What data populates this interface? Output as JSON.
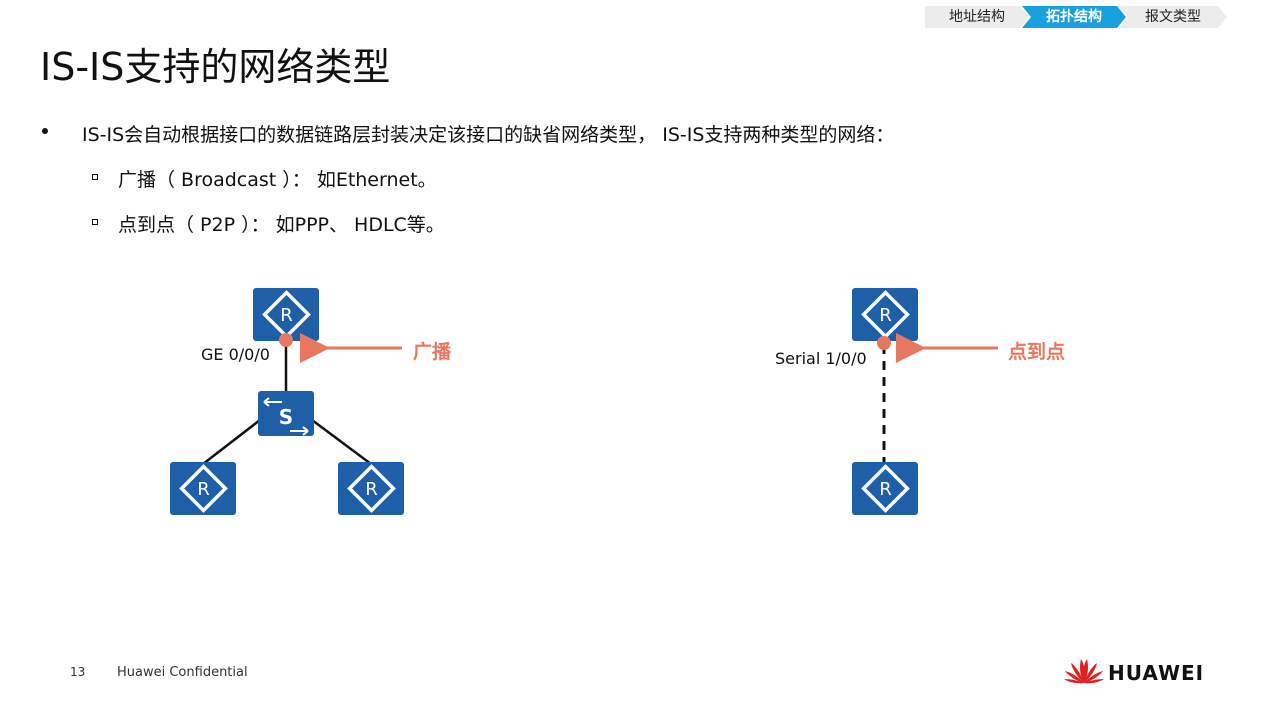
{
  "breadcrumb": [
    "地址结构",
    "拓扑结构",
    "报文类型"
  ],
  "title": "IS-IS支持的网络类型",
  "bullets": {
    "main": "IS-IS会自动根据接口的数据链路层封装决定该接口的缺省网络类型， IS-IS支持两种类型的网络：",
    "sub": [
      "广播（ Broadcast ）： 如Ethernet。",
      "点到点（ P2P ）： 如PPP、 HDLC等。"
    ]
  },
  "diagram": {
    "broadcast": {
      "interface": "GE 0/0/0",
      "callout": "广播",
      "router_icon": "R",
      "switch_icon": "S"
    },
    "p2p": {
      "interface": "Serial 1/0/0",
      "callout": "点到点",
      "router_icon": "R"
    }
  },
  "colors": {
    "device_blue": "#1f5fa8",
    "callout_red": "#e8775f",
    "accent": "#1aa0e0"
  },
  "footer": {
    "page_number": "13",
    "confidential": "Huawei Confidential",
    "brand": "HUAWEI"
  }
}
